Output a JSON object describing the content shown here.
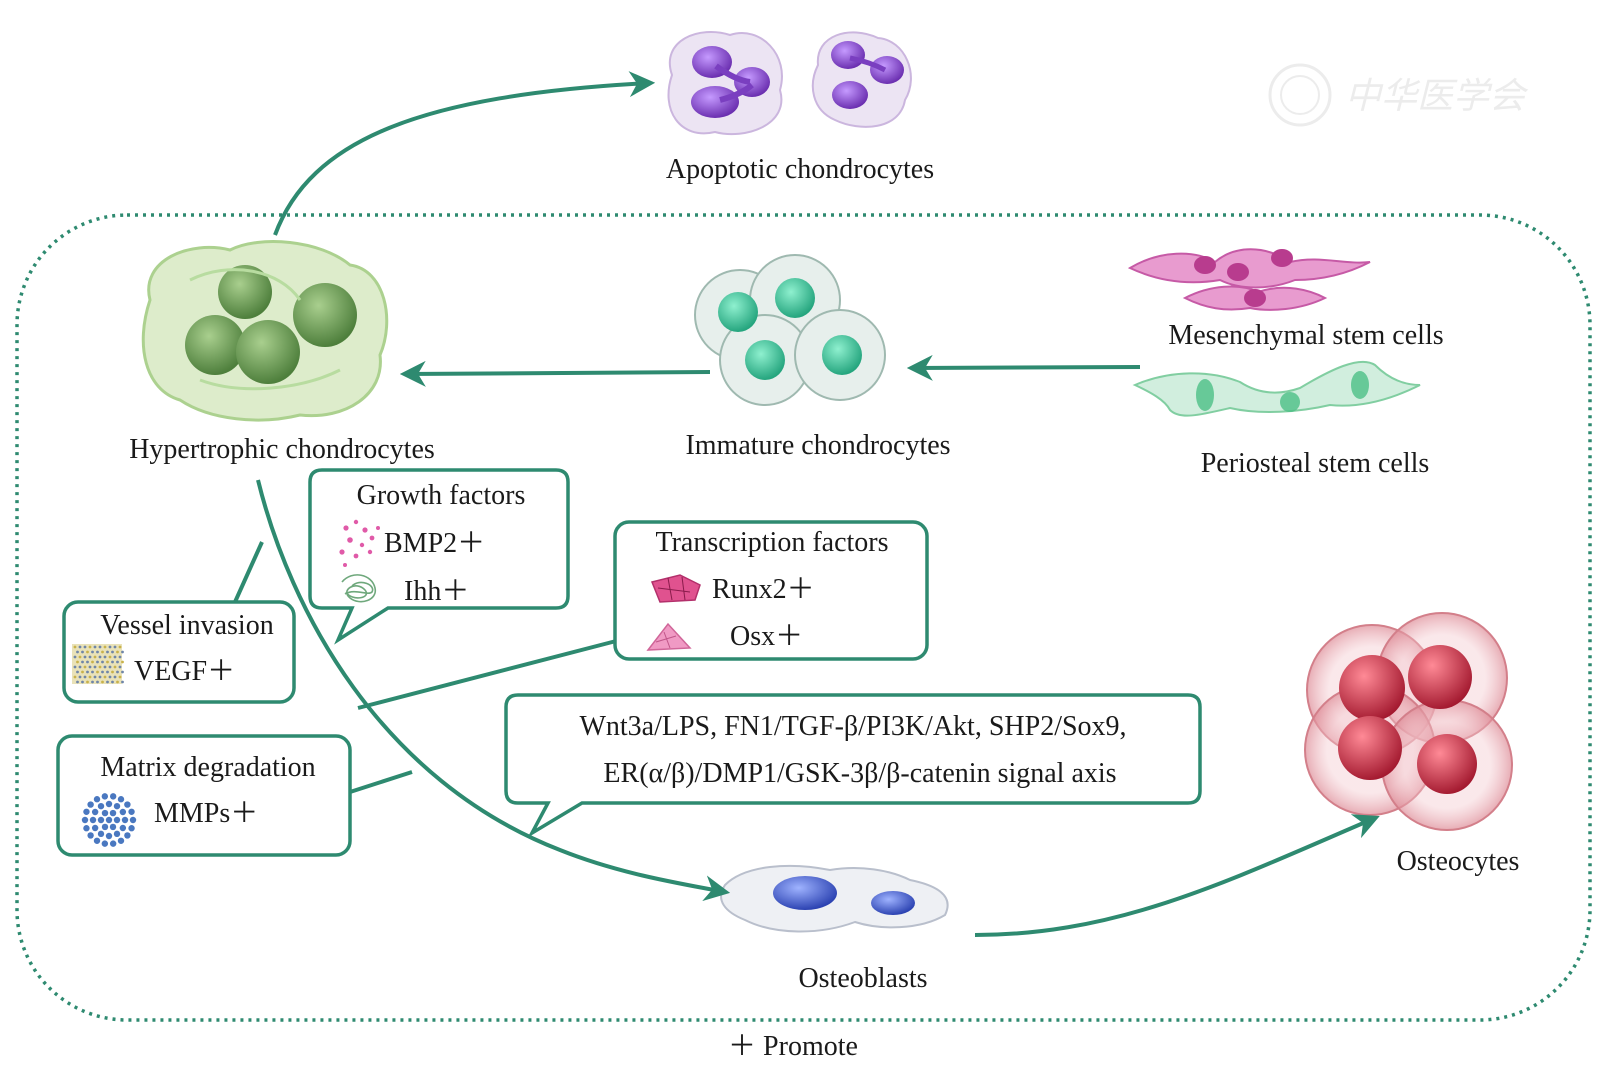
{
  "cells": {
    "apoptotic": "Apoptotic chondrocytes",
    "hypertrophic": "Hypertrophic chondrocytes",
    "immature": "Immature chondrocytes",
    "mesenchymal": "Mesenchymal stem cells",
    "periosteal": "Periosteal stem cells",
    "osteoblasts": "Osteoblasts",
    "osteocytes": "Osteocytes"
  },
  "boxes": {
    "growth": {
      "title": "Growth factors",
      "items": [
        "BMP2＋",
        "Ihh＋"
      ]
    },
    "transcription": {
      "title": "Transcription factors",
      "items": [
        "Runx2＋",
        "Osx＋"
      ]
    },
    "vessel": {
      "title": "Vessel invasion",
      "items": [
        "VEGF＋"
      ]
    },
    "matrix": {
      "title": "Matrix degradation",
      "items": [
        "MMPs＋"
      ]
    },
    "signal": {
      "lines": [
        "Wnt3a/LPS, FN1/TGF-β/PI3K/Akt, SHP2/Sox9,",
        "ER(α/β)/DMP1/GSK-3β/β-catenin signal axis"
      ]
    }
  },
  "legend": "＋ Promote",
  "watermark": "中华医学会",
  "colors": {
    "arrow": "#2e8a70",
    "boundary": "#2e8a70",
    "hypertrophic": "#5e9a4c",
    "immature": "#3fc09a",
    "mesenchymal": "#cf5aa8",
    "periosteal": "#4cbf86",
    "osteoblast": "#4a63c6",
    "osteocyte": "#c03048",
    "apoptotic": "#8a4fc4"
  }
}
